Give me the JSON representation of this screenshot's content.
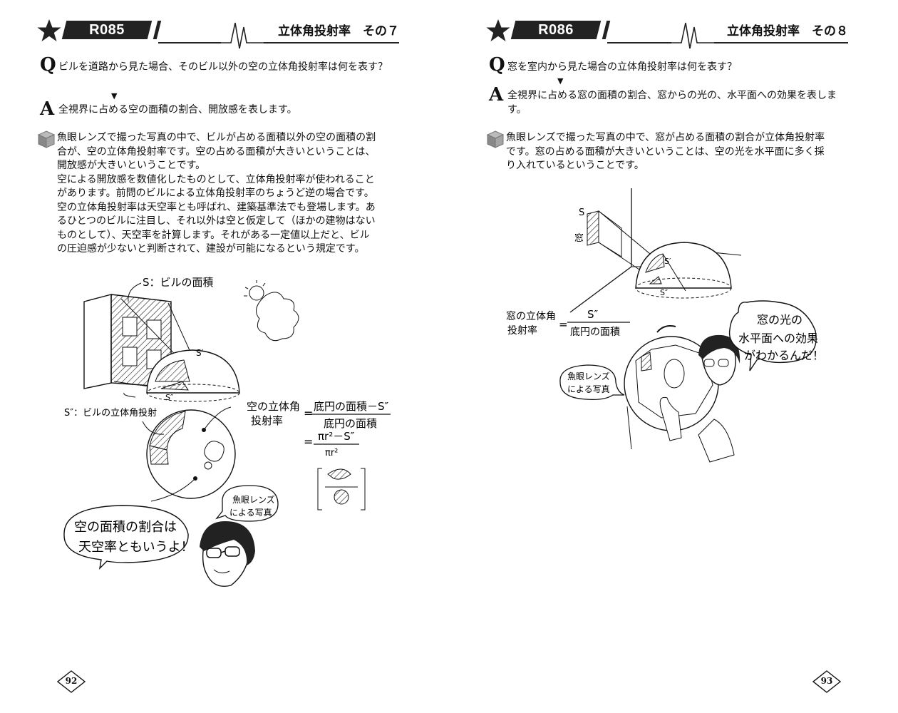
{
  "left_page": {
    "code": "R085",
    "title": "立体角投射率　その７",
    "question_mark": "Q",
    "question": "ビルを道路から見た場合、そのビル以外の空の立体角投射率は何を表す？",
    "answer_mark": "A",
    "answer": "全視界に占める空の面積の割合、開放感を表します。",
    "explanation": [
      "魚眼レンズで撮った写真の中で、ビルが占める面積以外の空の面積の割",
      "合が、空の立体角投射率です。空の占める面積が大きいということは、",
      "開放感が大きいということです。",
      "空による開放感を数値化したものとして、立体角投射率が使われること",
      "があります。前問のビルによる立体角投射率のちょうど逆の場合です。",
      "空の立体角投射率は天空率とも呼ばれ、建築基準法でも登場します。あ",
      "るひとつのビルに注目し、それ以外は空と仮定して（ほかの建物はない",
      "ものとして）、天空率を計算します。それがある一定値以上だと、ビル",
      "の圧迫感が少ないと判断されて、建設が可能になるという規定です。"
    ],
    "illustration": {
      "s_label": "S：ビルの面積",
      "s_prime": "S′",
      "s_double": "S″",
      "s2_label": "S″：ビルの立体角投射",
      "formula_lhs_1": "空の立体角",
      "formula_lhs_2": "投射率",
      "formula_num": "底円の面積－S″",
      "formula_den": "底円の面積",
      "formula2_num": "πr²－S″",
      "formula2_den": "πr²",
      "bubble_photo_1": "魚眼レンズ",
      "bubble_photo_2": "による写真",
      "bubble_main_1": "空の面積の割合は",
      "bubble_main_2": "天空率ともいうよ！"
    },
    "page_number": "92"
  },
  "right_page": {
    "code": "R086",
    "title": "立体角投射率　その８",
    "question_mark": "Q",
    "question": "窓を室内から見た場合の立体角投射率は何を表す？",
    "answer_mark": "A",
    "answer": "全視界に占める窓の面積の割合、窓からの光の、水平面への効果を表します。",
    "explanation": [
      "魚眼レンズで撮った写真の中で、窓が占める面積の割合が立体角投射率",
      "です。窓の占める面積が大きいということは、空の光を水平面に多く採",
      "り入れているということです。"
    ],
    "illustration": {
      "s_label": "S",
      "window_label": "窓",
      "s_prime": "S′",
      "s_double": "S″",
      "formula_lhs_1": "窓の立体角",
      "formula_lhs_2": "投射率",
      "formula_num": "S″",
      "formula_den": "底円の面積",
      "bubble_main_1": "窓の光の",
      "bubble_main_2": "水平面への効果",
      "bubble_main_3": "がわかるんだ！",
      "bubble_photo_1": "魚眼レンズ",
      "bubble_photo_2": "による写真"
    },
    "page_number": "93"
  }
}
